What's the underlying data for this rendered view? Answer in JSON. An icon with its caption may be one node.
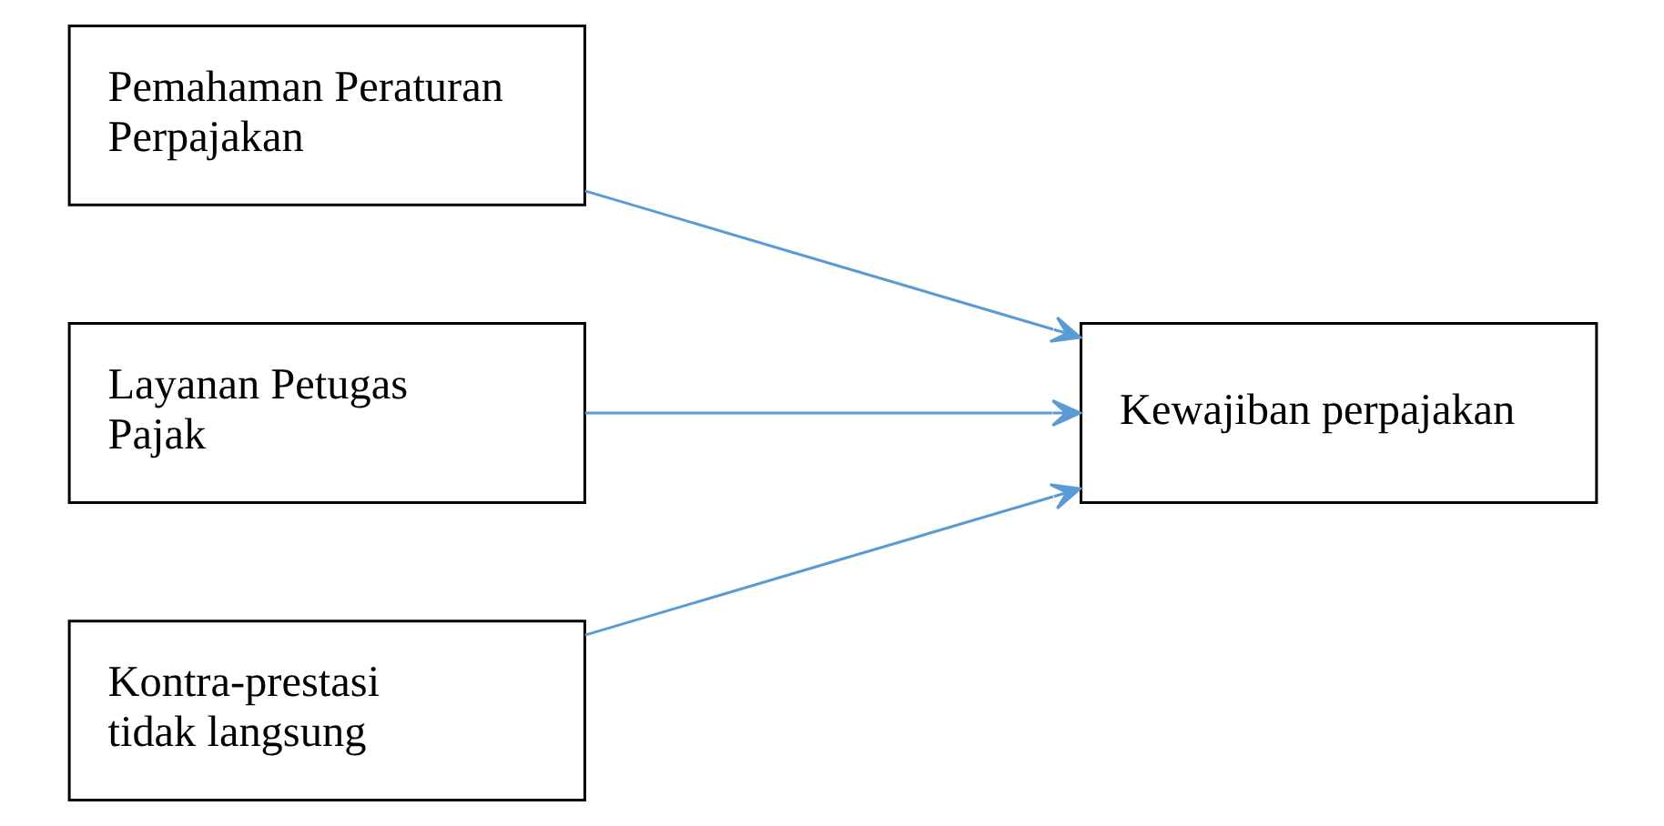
{
  "diagram": {
    "nodes": [
      {
        "text": [
          "Pemahaman Peraturan Perpajakan"
        ]
      },
      {
        "text": [
          "Layanan Petugas Pajak"
        ]
      },
      {
        "text": [
          "Kontra-prestasi tidak langsung"
        ]
      },
      {
        "text": [
          "Kewajiban perpajakan"
        ]
      }
    ],
    "edges": [
      {
        "from": 0,
        "to": 3,
        "arrow": "to"
      },
      {
        "from": 1,
        "to": 3,
        "arrow": "to"
      },
      {
        "from": 2,
        "to": 3,
        "arrow": "to"
      }
    ]
  }
}
